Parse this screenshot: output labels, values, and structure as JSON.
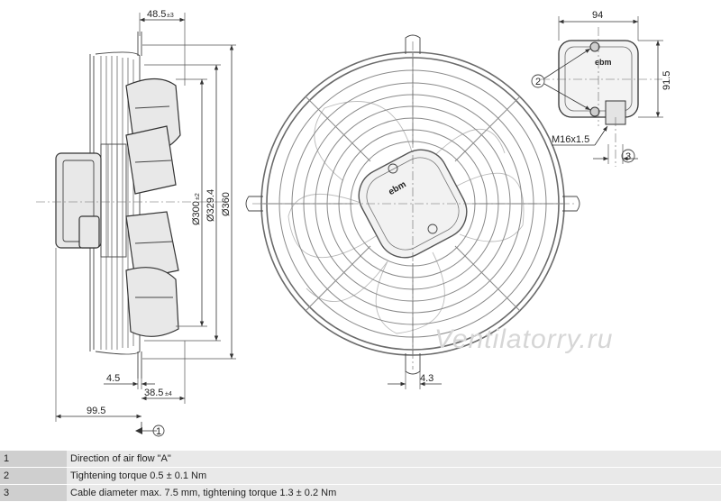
{
  "side_view": {
    "dims": {
      "shaft_offset": "48.5",
      "shaft_offset_tol": "±3",
      "dia_inner": "Ø300",
      "dia_inner_tol": "±2",
      "dia_mid": "Ø329.4",
      "dia_outer": "Ø360",
      "rim_width": "4.5",
      "guard_depth": "38.5",
      "guard_depth_tol": "±4",
      "overall_depth": "99.5"
    },
    "airflow_callout": "1"
  },
  "front_view": {
    "dims": {
      "lug_width": "4.3"
    },
    "hub_logo": "ebm"
  },
  "terminal_box": {
    "dims": {
      "width": "94",
      "height": "91.5"
    },
    "logo": "ebm",
    "gland_label": "M16x1.5",
    "callout_screws": "2",
    "callout_cable": "3"
  },
  "watermark": "Ventilatorry.ru",
  "legend": [
    {
      "num": "1",
      "text": "Direction of air flow \"A\""
    },
    {
      "num": "2",
      "text": "Tightening torque 0.5 ± 0.1 Nm"
    },
    {
      "num": "3",
      "text": "Cable diameter max. 7.5 mm, tightening torque 1.3 ± 0.2 Nm"
    }
  ]
}
